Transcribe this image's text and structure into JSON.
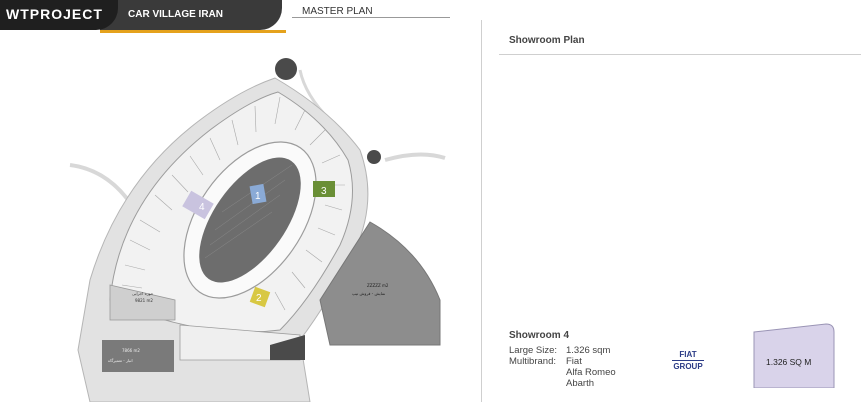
{
  "header": {
    "brand": "WTPROJECT",
    "project": "CAR VILLAGE IRAN",
    "section": "MASTER PLAN"
  },
  "colors": {
    "accent": "#e5a21c",
    "header_dark": "#1f1f1f",
    "header_mid": "#3a3a3a",
    "showroom_1": "#8aaad6",
    "showroom_2": "#d8c843",
    "showroom_3": "#6a8f36",
    "showroom_4": "#c9c3df"
  },
  "map": {
    "showroom_numbers": [
      "1",
      "2",
      "3",
      "4"
    ],
    "building_label_1": "ZZZZZ m2",
    "building_label_2": "نمایش - فروش تیپ",
    "left_label_1": "حوزه اجرایی",
    "left_label_2": "9821 m2",
    "bottom_label_1": "7866 m2",
    "bottom_label_2": "انبار - تعمیرگاه"
  },
  "panel": {
    "plan_title": "Showroom  Plan",
    "info_title": "Showroom  4",
    "size_label": "Large Size:",
    "size_value": "1.326 sqm",
    "multibrand_label": "Multibrand:",
    "brands": [
      "Fiat",
      "Alfa Romeo",
      "Abarth"
    ],
    "logo_line1": "FIAT",
    "logo_line2": "GROUP",
    "plan_area": "1.326 SQ M"
  }
}
